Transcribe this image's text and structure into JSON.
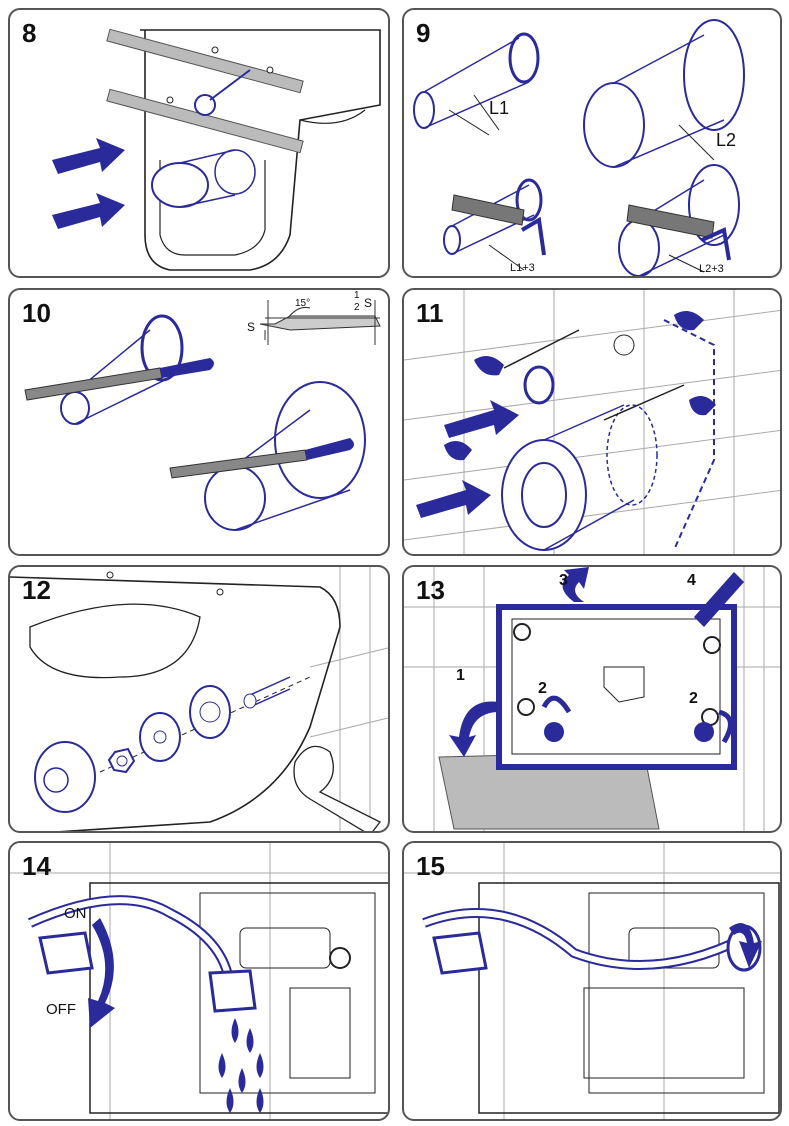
{
  "colors": {
    "accent": "#2a2a9a",
    "line": "#222222",
    "grey": "#9a9a9a",
    "panel_border": "#555555"
  },
  "panels": [
    {
      "step": "8"
    },
    {
      "step": "9",
      "labels": [
        "L1",
        "L2",
        "L1+3",
        "L2+3"
      ]
    },
    {
      "step": "10",
      "labels": [
        "15°",
        "S",
        "1",
        "2",
        "S"
      ]
    },
    {
      "step": "11"
    },
    {
      "step": "12"
    },
    {
      "step": "13",
      "labels": [
        "1",
        "2",
        "2",
        "3",
        "4"
      ]
    },
    {
      "step": "14",
      "labels": [
        "ON",
        "OFF"
      ]
    },
    {
      "step": "15"
    }
  ]
}
